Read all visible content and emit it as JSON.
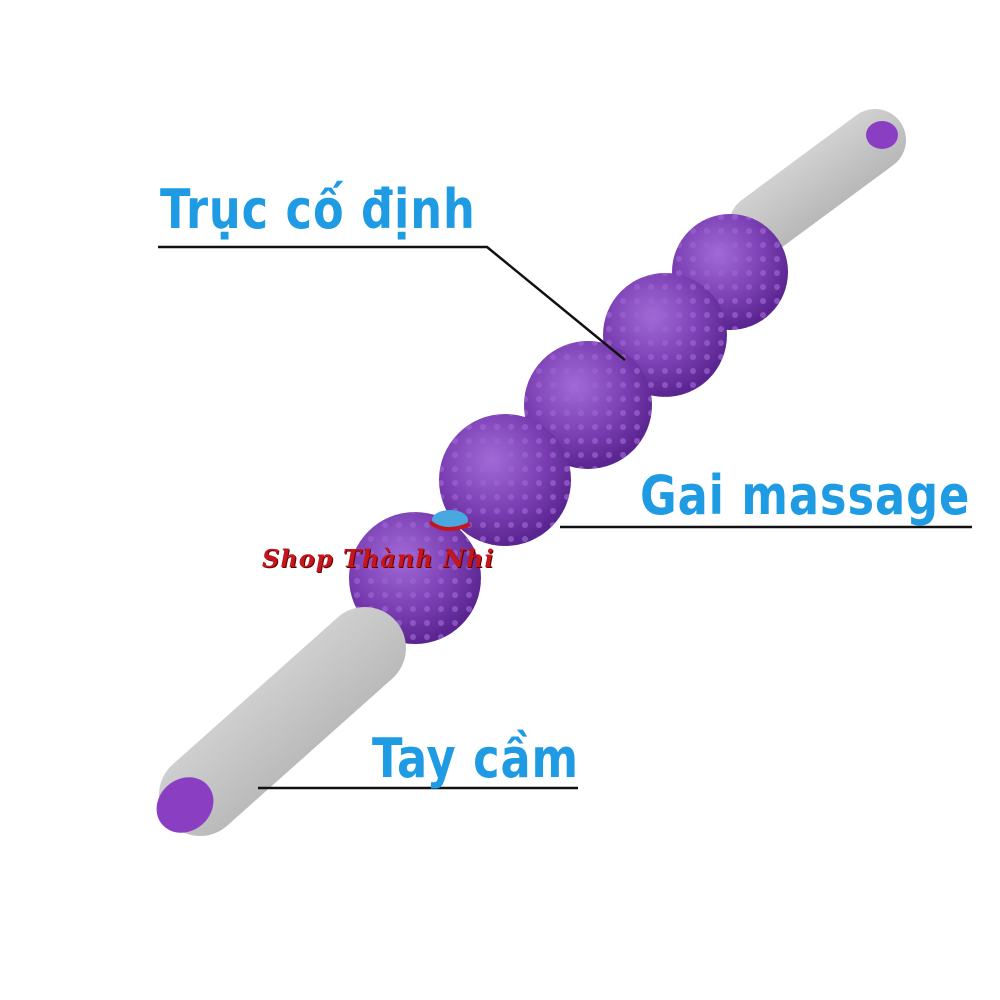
{
  "labels": {
    "axis": "Trục cố định",
    "spikes": "Gai massage",
    "handle": "Tay cầm"
  },
  "watermark": "Shop Thành Nhi",
  "colors": {
    "label": "#1e9be3",
    "ball": "#7b3fb3",
    "grip": "#c9c9c9",
    "cap": "#8a3fc2"
  }
}
